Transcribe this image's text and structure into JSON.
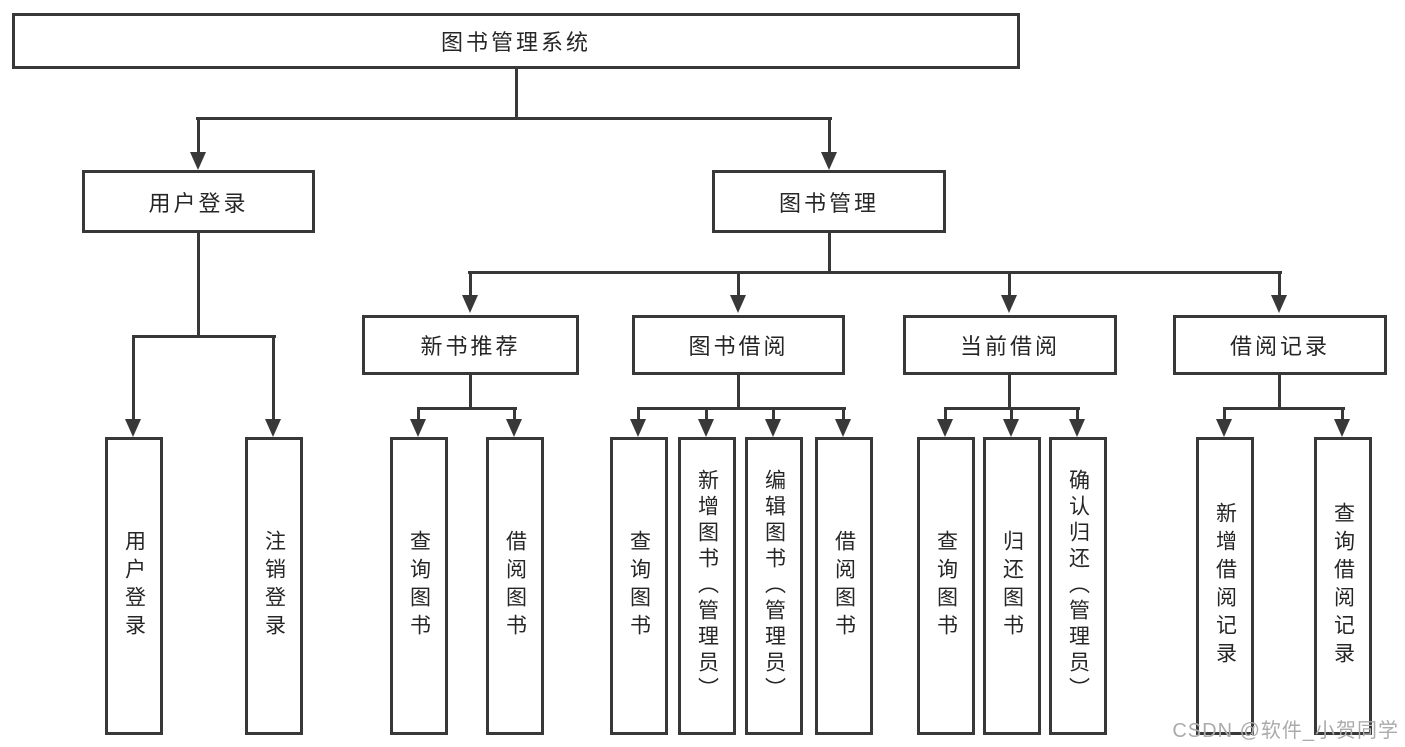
{
  "diagram": {
    "title": "图书管理系统",
    "type": "hierarchy-tree",
    "colors": {
      "line": "#383838",
      "text": "#262626",
      "box_background": "#ffffff",
      "watermark": "#ababab"
    },
    "nodes": {
      "system": "图书管理系统",
      "user_login": "用户登录",
      "book_management": "图书管理",
      "new_book_recommendation": "新书推荐",
      "book_borrowing": "图书借阅",
      "current_borrowing": "当前借阅",
      "borrowing_records": "借阅记录",
      "leaf_user_login": "用户登录",
      "leaf_logout": "注销登录",
      "leaf_query_books_recommend": "查询图书",
      "leaf_borrow_books_recommend": "借阅图书",
      "leaf_query_books_borrowing": "查询图书",
      "leaf_add_books_admin": "新增图书（管理员）",
      "leaf_edit_books_admin": "编辑图书（管理员）",
      "leaf_borrow_books_borrowing": "借阅图书",
      "leaf_query_books_current": "查询图书",
      "leaf_return_books": "归还图书",
      "leaf_confirm_return_admin": "确认归还（管理员）",
      "leaf_add_borrowing_record": "新增借阅记录",
      "leaf_query_borrowing_record": "查询借阅记录"
    },
    "hierarchy": {
      "图书管理系统": {
        "用户登录": [
          "用户登录",
          "注销登录"
        ],
        "图书管理": {
          "新书推荐": [
            "查询图书",
            "借阅图书"
          ],
          "图书借阅": [
            "查询图书",
            "新增图书（管理员）",
            "编辑图书（管理员）",
            "借阅图书"
          ],
          "当前借阅": [
            "查询图书",
            "归还图书",
            "确认归还（管理员）"
          ],
          "借阅记录": [
            "新增借阅记录",
            "查询借阅记录"
          ]
        }
      }
    }
  },
  "watermark": "CSDN @软件_小贺同学"
}
